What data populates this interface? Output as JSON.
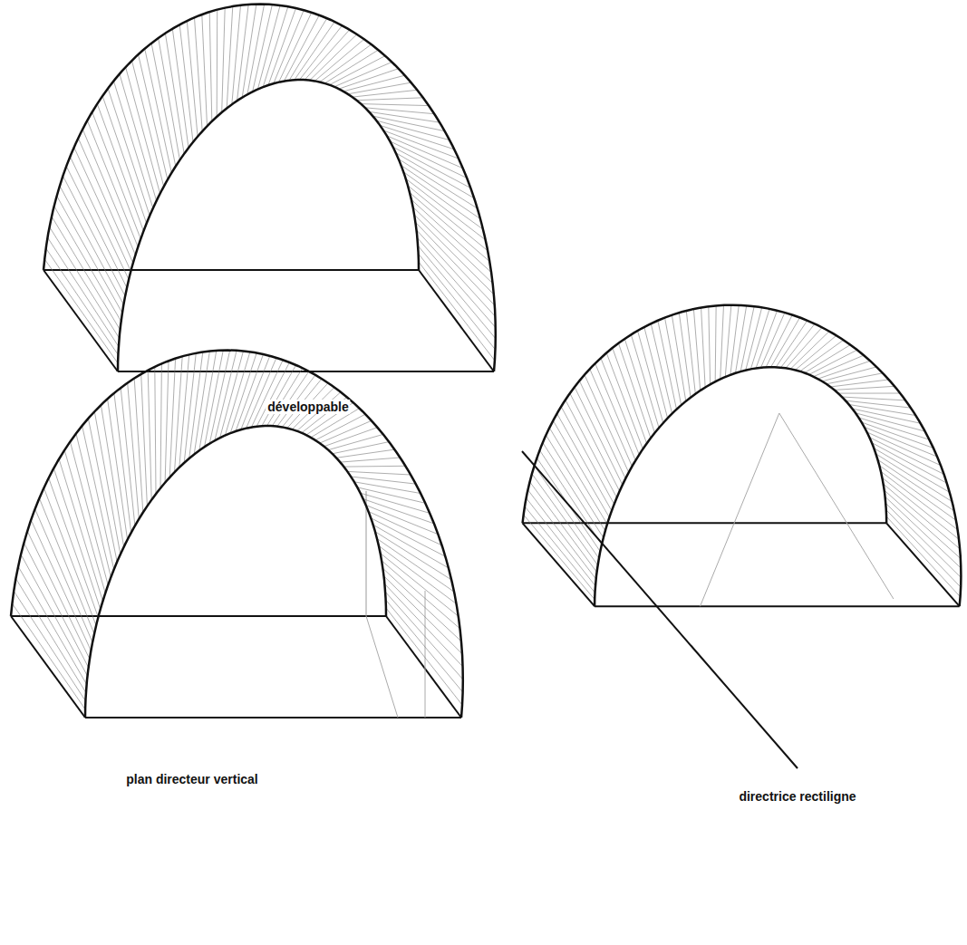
{
  "diagram": {
    "labels": [
      "développable",
      "plan directeur vertical",
      "directrice rectiligne"
    ]
  }
}
